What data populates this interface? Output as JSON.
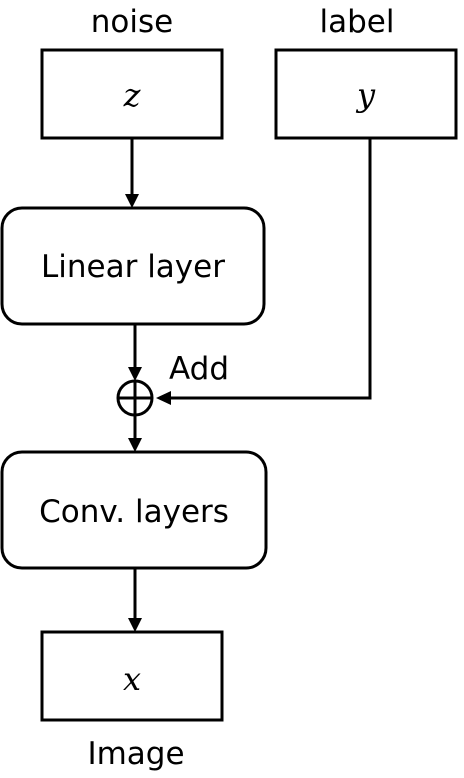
{
  "inputs": {
    "noise": {
      "caption": "noise",
      "symbol": "z"
    },
    "label": {
      "caption": "label",
      "symbol": "y"
    }
  },
  "blocks": {
    "linear": "Linear layer",
    "conv": "Conv. layers"
  },
  "combine": {
    "caption": "Add",
    "symbol": "⊕"
  },
  "output": {
    "symbol": "x",
    "caption": "Image"
  },
  "colors": {
    "stroke": "#000000",
    "fill": "#ffffff"
  }
}
